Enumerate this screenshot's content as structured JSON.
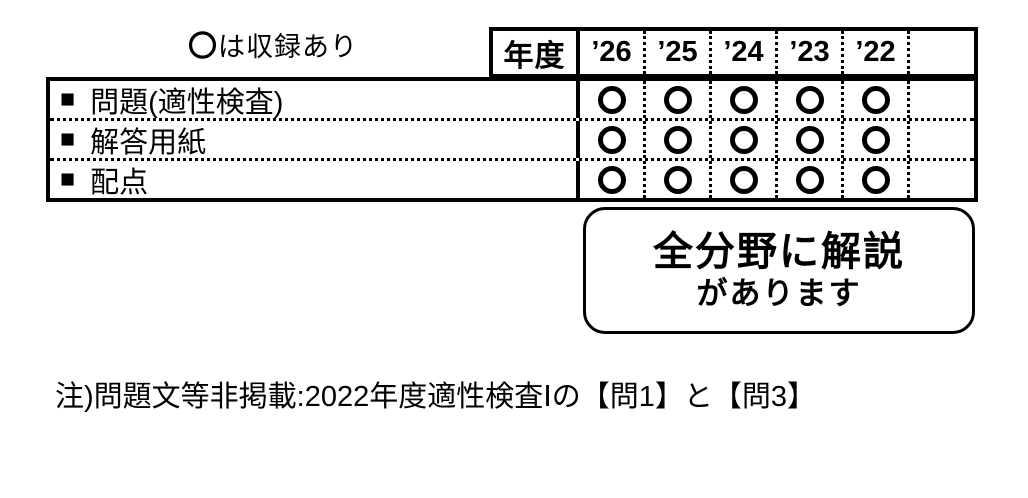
{
  "page": {
    "background": "#ffffff",
    "ink": "#000000"
  },
  "legend": {
    "circle": "〇",
    "text": "は収録あり"
  },
  "header": {
    "year_label": "年度",
    "years": [
      "’26",
      "’25",
      "’24",
      "’23",
      "’22"
    ]
  },
  "table": {
    "rows": [
      {
        "bullet": "■",
        "label": "問題(適性検査)",
        "included": [
          true,
          true,
          true,
          true,
          true
        ]
      },
      {
        "bullet": "■",
        "label": "解答用紙",
        "included": [
          true,
          true,
          true,
          true,
          true
        ]
      },
      {
        "bullet": "■",
        "label": "配点",
        "included": [
          true,
          true,
          true,
          true,
          true
        ]
      }
    ]
  },
  "callout": {
    "line1": "全分野に解説",
    "line2": "があります"
  },
  "footnote": "注)問題文等非掲載:2022年度適性検査Ⅰの【問1】と【問3】"
}
